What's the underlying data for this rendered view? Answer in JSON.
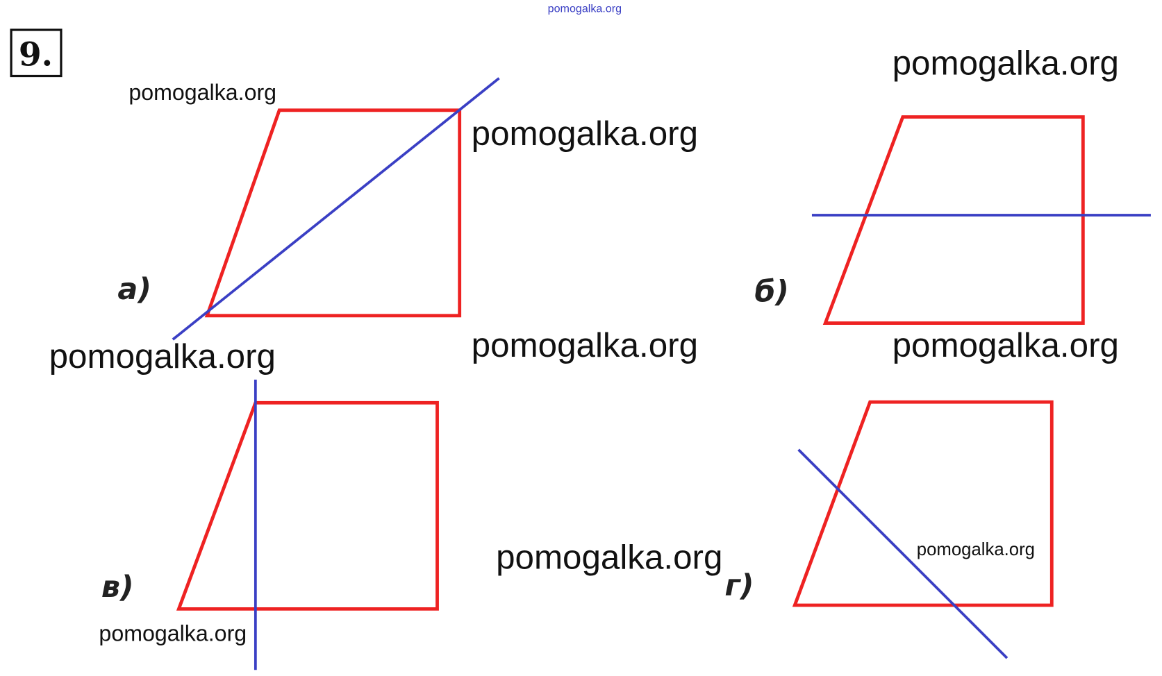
{
  "problem_number": "9.",
  "watermark_top": "pomogalka.org",
  "watermarks": [
    "pomogalka.org",
    "pomogalka.org",
    "pomogalka.org",
    "pomogalka.org",
    "pomogalka.org",
    "pomogalka.org",
    "pomogalka.org",
    "pomogalka.org",
    "pomogalka.org"
  ],
  "panels": [
    {
      "label": "а)"
    },
    {
      "label": "б)"
    },
    {
      "label": "в)"
    },
    {
      "label": "г)"
    }
  ],
  "colors": {
    "shape": "#ee2222",
    "line": "#3a3fc4"
  }
}
